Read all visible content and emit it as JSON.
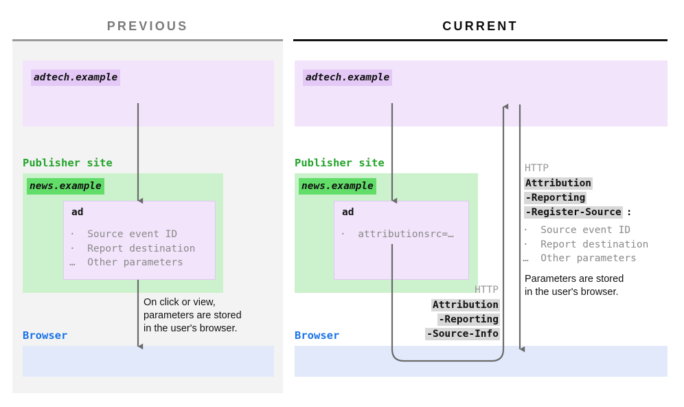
{
  "panels": {
    "previous": {
      "title": "PREVIOUS",
      "title_color": "#7a7a7a",
      "adtech_chip": "adtech.example",
      "publisher_label": "Publisher site",
      "news_chip": "news.example",
      "ad_title": "ad",
      "ad_items": "·  Source event ID\n·  Report destination\n…  Other parameters",
      "browser_label": "Browser",
      "note": "On click or view,\nparameters are stored\nin the user's browser."
    },
    "current": {
      "title": "CURRENT",
      "title_color": "#0d0d0d",
      "adtech_chip": "adtech.example",
      "publisher_label": "Publisher site",
      "news_chip": "news.example",
      "ad_title": "ad",
      "ad_items": "·  attributionsrc=…",
      "browser_label": "Browser",
      "note": "Parameters are stored\nin the user's browser.",
      "request_header": {
        "http_word": "HTTP",
        "line1": "Attribution",
        "line2": "-Reporting",
        "line3": "-Source-Info"
      },
      "response_header": {
        "http_word": "HTTP",
        "line1": "Attribution",
        "line2": "-Reporting",
        "line3": "-Register-Source",
        "colon": ":",
        "param_list": "·  Source event ID\n·  Report destination\n…  Other parameters"
      }
    }
  },
  "colors": {
    "adtech_zone": "#f2e4fb",
    "publisher_zone": "#ccf2cd",
    "browser_zone": "#e1e9fb",
    "adtech_chip_bg": "#e4c9f7",
    "news_chip_bg": "#63dd6a",
    "publisher_label": "#24a32b",
    "browser_label": "#1a73e8",
    "arrow": "#6b6b6b",
    "header_highlight": "#d8d8d8",
    "panel_bg_previous": "#f3f3f3"
  }
}
